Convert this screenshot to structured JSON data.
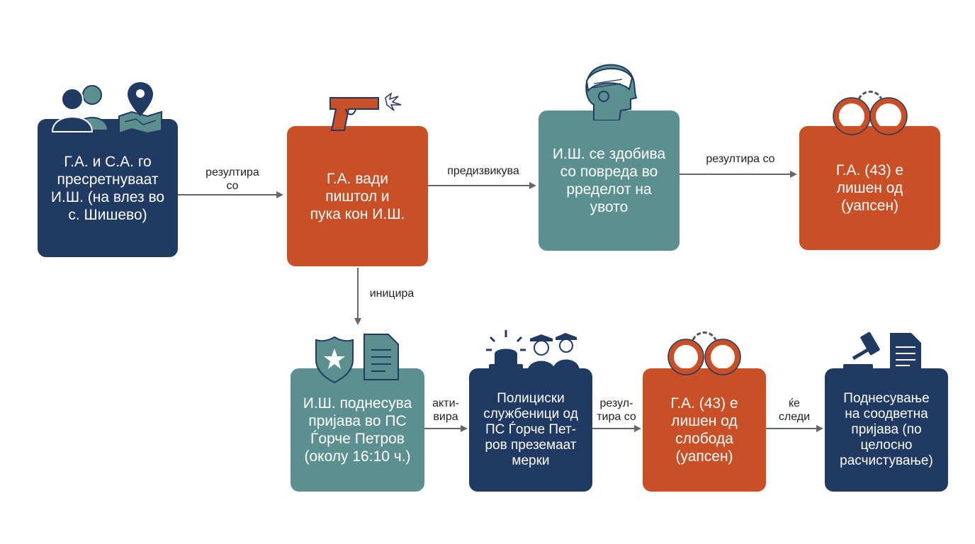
{
  "colors": {
    "navy": "#213a63",
    "orange": "#c94f26",
    "teal": "#5c8f8f",
    "arrow": "#666666"
  },
  "nodes": {
    "n1": "Г.А. и С.А. го\nпресретнуваат\nИ.Ш. (на влез во\nс. Шишево)",
    "n2": "Г.А. вади\nпиштол и\nпука кон И.Ш.",
    "n3": "И.Ш. се здобива\nсо повреда во\npределот на\nувото",
    "n4": "Г.А. (43) е\nлишен од\n(уапсен)",
    "n5": "И.Ш. поднесува\nпријава во ПС\nЃорче Петров\n(околу 16:10 ч.)",
    "n6": "Полициски\nслужбеници од\nПС Ѓорче Пет-\nров преземаат\nмерки",
    "n7": "Г.А. (43) е\nлишен од\nслобода\n(уапсен)",
    "n8": "Поднесување\nна соодветна\nпријава (по\nцелосно\nрасчистување)"
  },
  "edges": {
    "e1": "резултира\nсо",
    "e2": "предизвикува",
    "e3": "резултира со",
    "e4": "иницира",
    "e5": "акти-\nвира",
    "e6": "резул-\nтира со",
    "e7": "ќе\nследи"
  },
  "icons": [
    "people-icon",
    "map-pin-icon",
    "pistol-icon",
    "bandaged-head-icon",
    "handcuffs-icon",
    "police-badge-icon",
    "document-icon",
    "siren-icon",
    "police-officers-icon",
    "gavel-icon"
  ]
}
